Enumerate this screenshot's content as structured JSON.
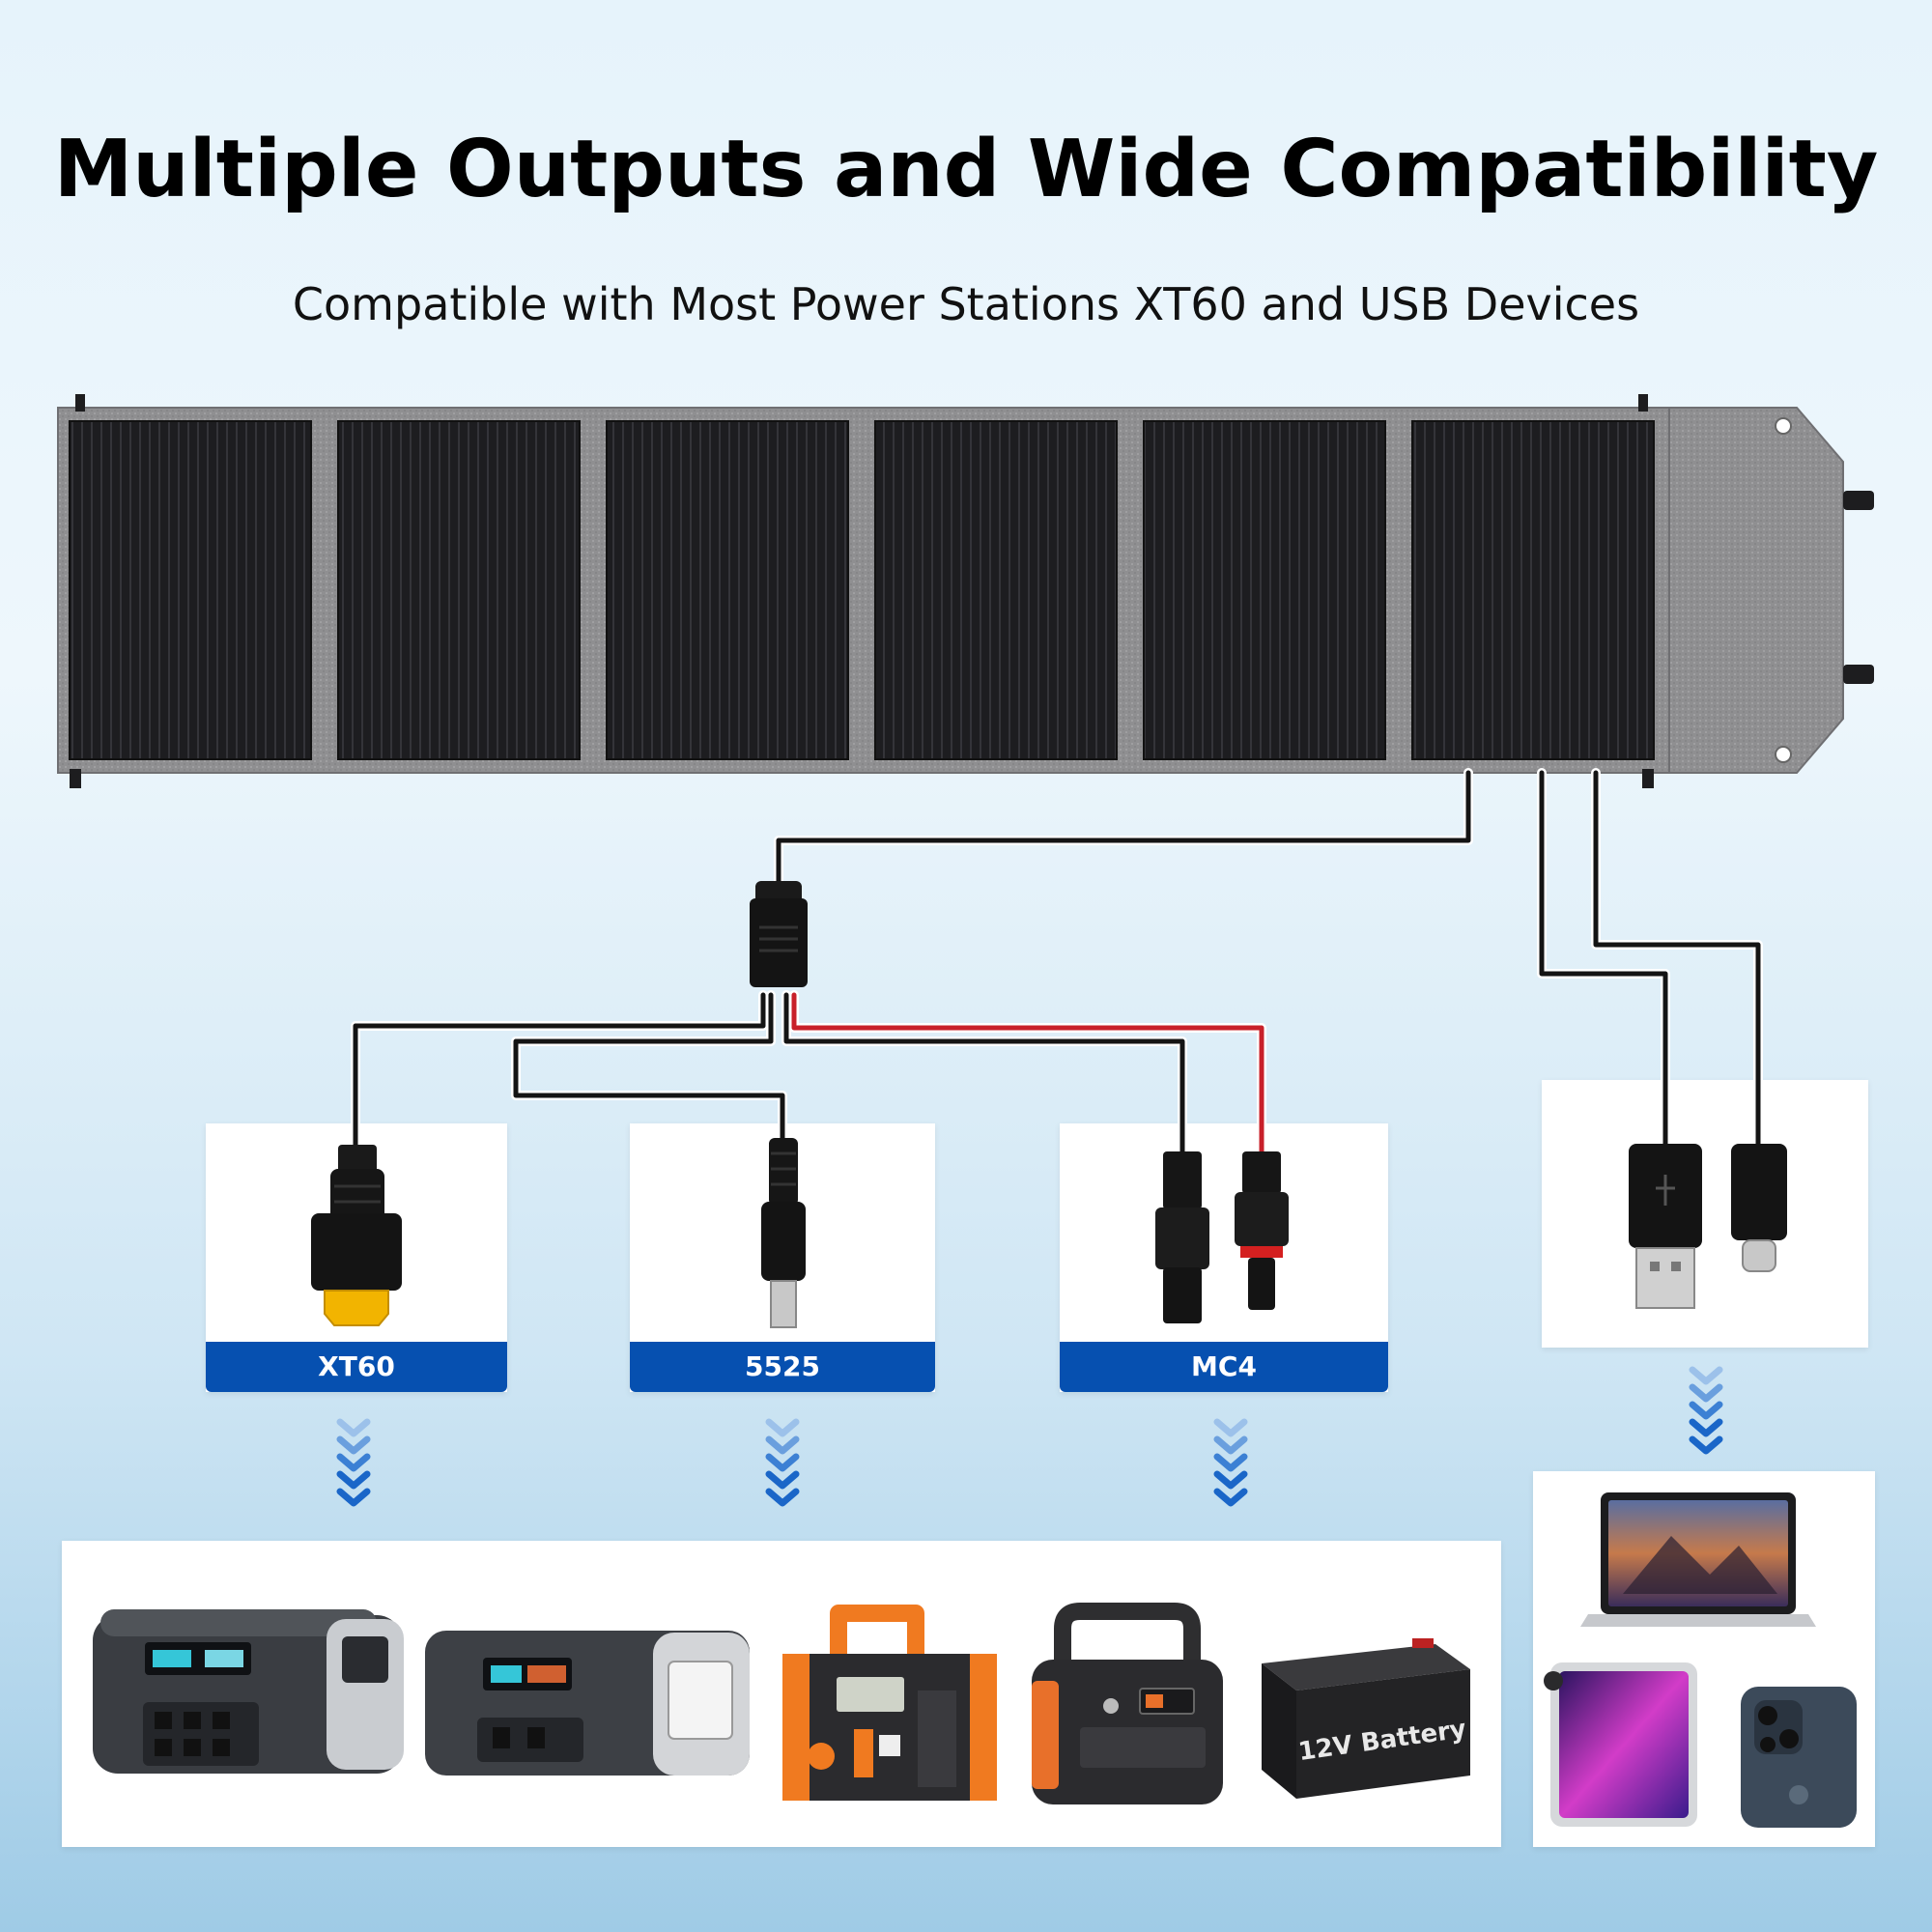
{
  "header": {
    "title": "Multiple Outputs and Wide Compatibility",
    "subtitle": "Compatible with Most Power Stations XT60 and USB Devices"
  },
  "connectors": [
    {
      "label": "XT60"
    },
    {
      "label": "5525"
    },
    {
      "label": "MC4"
    }
  ],
  "devices": {
    "battery_label": "12V Battery"
  },
  "colors": {
    "label_blue": "#0650b0",
    "arrow_blue": "#1a66c8",
    "cable_red": "#c8202a",
    "panel_fabric": "#8e8e8e",
    "cell_dark": "#1c1c1e"
  },
  "icons": [
    "solar-panel-icon",
    "usb-a-icon",
    "usb-c-icon",
    "laptop-icon",
    "tablet-icon",
    "phone-icon"
  ]
}
